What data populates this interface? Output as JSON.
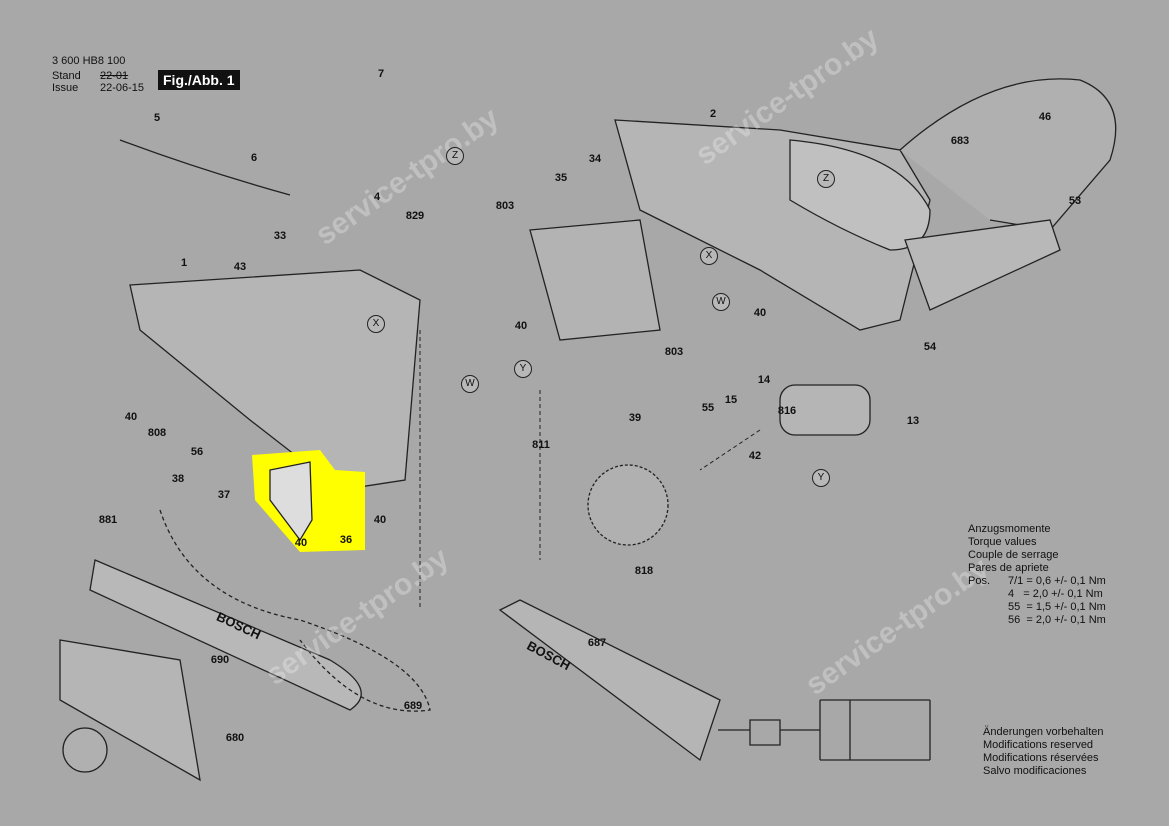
{
  "header": {
    "doc_number": "3 600 HB8 100",
    "stand_label": "Stand",
    "stand_value": "22-01",
    "issue_label": "Issue",
    "issue_value": "22-06-15",
    "figure": "Fig./Abb. 1"
  },
  "torque": {
    "lines": [
      "Anzugsmomente",
      "Torque values",
      "Couple de serrage",
      "Pares de apriete"
    ],
    "rows": [
      {
        "pos": "Pos.",
        "text": "7/1 = 0,6 +/- 0,1 Nm"
      },
      {
        "pos": "",
        "text": "4   = 2,0 +/- 0,1 Nm"
      },
      {
        "pos": "",
        "text": "55  = 1,5 +/- 0,1 Nm"
      },
      {
        "pos": "",
        "text": "56  = 2,0 +/- 0,1 Nm"
      }
    ]
  },
  "modifications": [
    "Änderungen vorbehalten",
    "Modifications reserved",
    "Modifications réservées",
    "Salvo modificaciones"
  ],
  "parts": [
    "7",
    "5",
    "6",
    "4",
    "2",
    "34",
    "35",
    "683",
    "46",
    "53",
    "829",
    "803",
    "33",
    "43",
    "1",
    "40",
    "803",
    "54",
    "14",
    "15",
    "55",
    "816",
    "13",
    "39",
    "811",
    "40",
    "808",
    "56",
    "38",
    "37",
    "40",
    "40",
    "36",
    "881",
    "818",
    "42",
    "690",
    "689",
    "687",
    "680",
    "40"
  ],
  "markers": [
    "Z",
    "Z",
    "X",
    "X",
    "W",
    "W",
    "Y",
    "Y"
  ],
  "brand": "BOSCH",
  "watermark": "service-tpro.by",
  "highlight_color": "#ffff00"
}
